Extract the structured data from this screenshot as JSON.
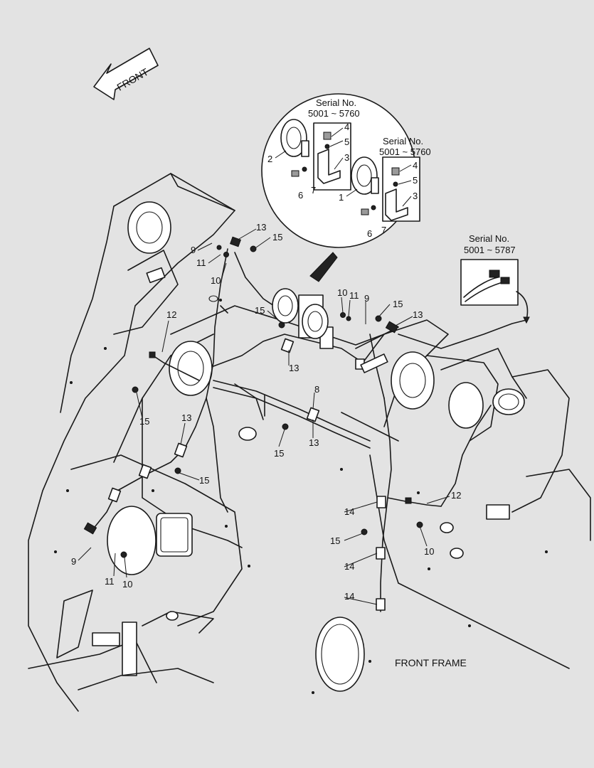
{
  "orientation": {
    "front_label": "FRONT"
  },
  "frame_label": "FRONT FRAME",
  "inset_left": {
    "serial_label": "Serial No.",
    "serial_range": "5001 ~ 5760"
  },
  "inset_right": {
    "serial_label": "Serial No.",
    "serial_range": "5001 ~ 5760"
  },
  "inset_connector": {
    "serial_label": "Serial No.",
    "serial_range": "5001 ~ 5787"
  },
  "callouts": {
    "c1": "1",
    "c2": "2",
    "c3a": "3",
    "c3b": "3",
    "c4a": "4",
    "c4b": "4",
    "c5a": "5",
    "c5b": "5",
    "c6a": "6",
    "c6b": "6",
    "c7a": "7",
    "c7b": "7",
    "c8": "8",
    "c9a": "9",
    "c9b": "9",
    "c9c": "9",
    "c10a": "10",
    "c10b": "10",
    "c10c": "10",
    "c10d": "10",
    "c11a": "11",
    "c11b": "11",
    "c11c": "11",
    "c12a": "12",
    "c12b": "12",
    "c13a": "13",
    "c13b": "13",
    "c13c": "13",
    "c13d": "13",
    "c13e": "13",
    "c14a": "14",
    "c14b": "14",
    "c14c": "14",
    "c15a": "15",
    "c15b": "15",
    "c15c": "15",
    "c15d": "15",
    "c15e": "15",
    "c15f": "15",
    "c15g": "15"
  }
}
